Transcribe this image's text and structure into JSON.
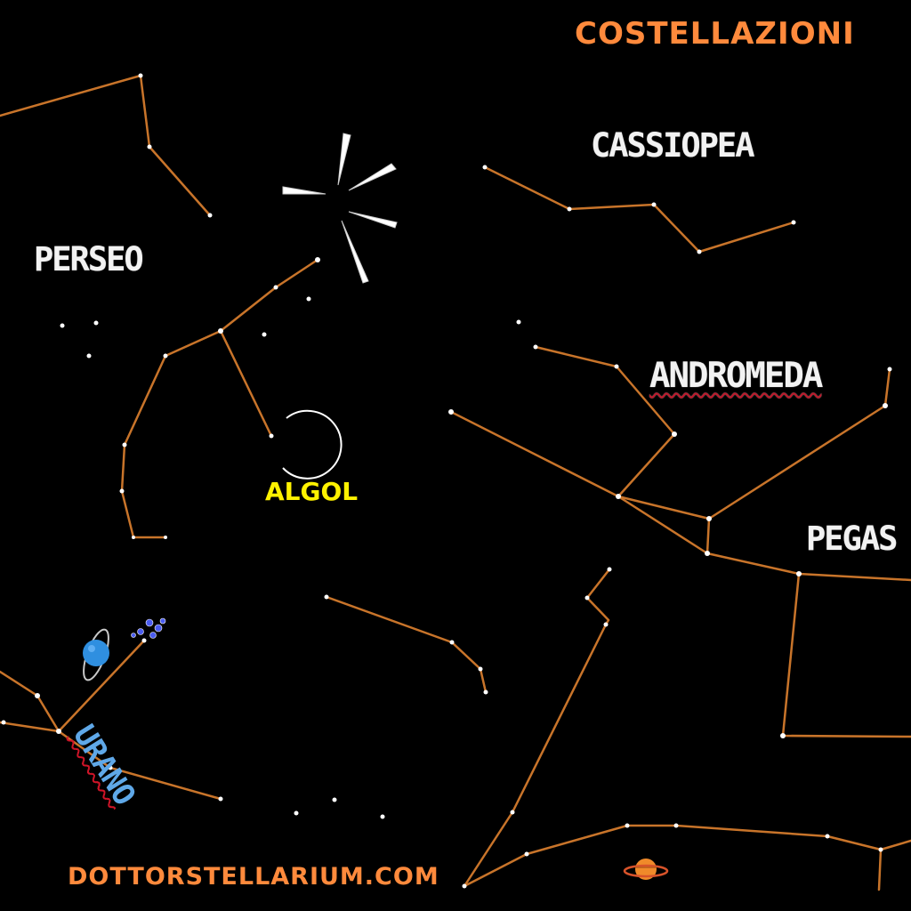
{
  "title": "COSTELLAZIONI",
  "website": "DOTTORSTELLARIUM.COM",
  "labels": {
    "perseo": "PERSEO",
    "cassiopea": "CASSIOPEA",
    "andromeda": "ANDROMEDA",
    "pegaso": "PEGAS",
    "algol": "ALGOL",
    "urano": "URANO"
  },
  "colors": {
    "background": "#000000",
    "constellation_line": "#c8742a",
    "star": "#ffffff",
    "title": "#ff8a3c",
    "algol_label": "#fff200",
    "urano_label": "#5fa8e8",
    "planet_urano": "#2f8fe0",
    "planet_saturno": "#f08a2a"
  },
  "icons": [
    "meteor-shower-icon",
    "uranus-planet-icon",
    "saturn-planet-icon",
    "star-cluster-icon",
    "algol-target-circle"
  ]
}
